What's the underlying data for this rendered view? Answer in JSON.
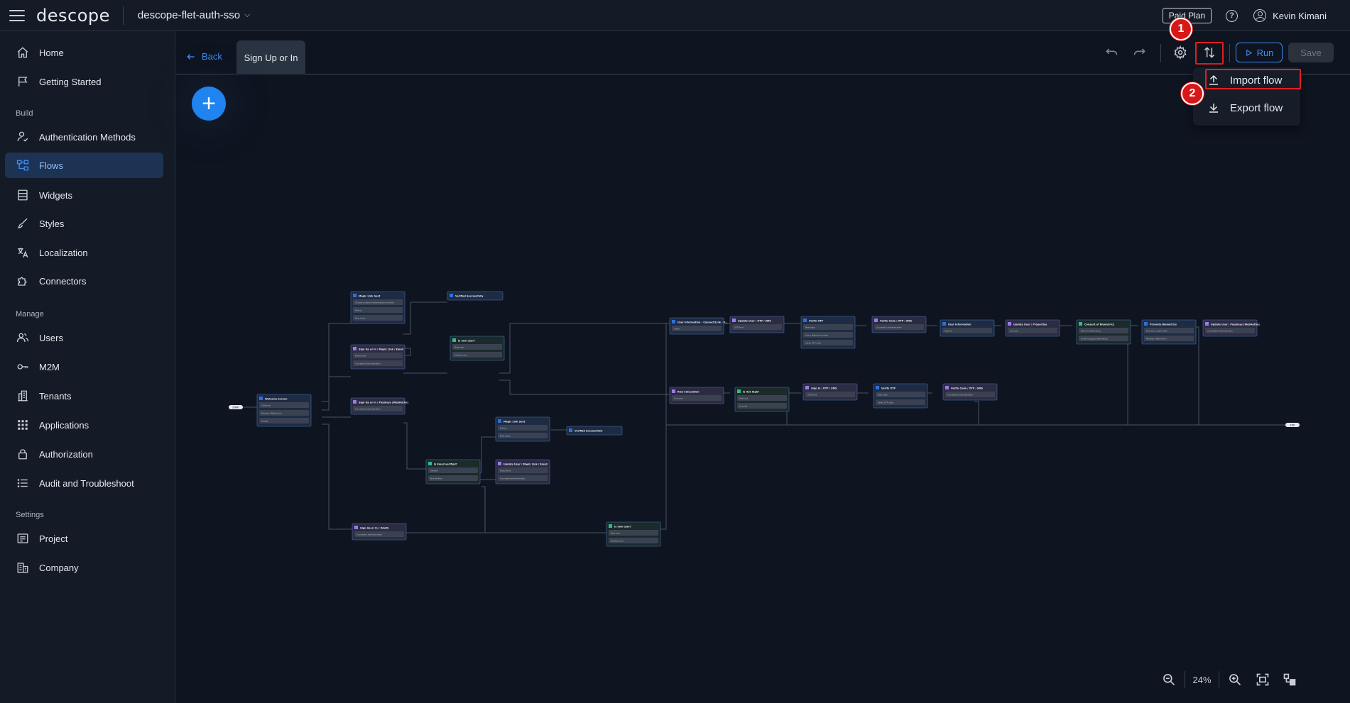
{
  "app": {
    "logo": "descope",
    "project": "descope-flet-auth-sso",
    "plan_badge": "Paid Plan",
    "user_name": "Kevin Kimani"
  },
  "sidebar": {
    "home": "Home",
    "getting_started": "Getting Started",
    "section_build": "Build",
    "auth_methods": "Authentication Methods",
    "flows": "Flows",
    "widgets": "Widgets",
    "styles": "Styles",
    "localization": "Localization",
    "connectors": "Connectors",
    "section_manage": "Manage",
    "users": "Users",
    "m2m": "M2M",
    "tenants": "Tenants",
    "applications": "Applications",
    "authorization": "Authorization",
    "audit": "Audit and Troubleshoot",
    "section_settings": "Settings",
    "project": "Project",
    "company": "Company"
  },
  "toolbar": {
    "back_label": "Back",
    "flow_tab": "Sign Up or In",
    "run_label": "Run",
    "save_label": "Save"
  },
  "dropdown": {
    "import_label": "Import flow",
    "export_label": "Export flow"
  },
  "markers": {
    "step1": "1",
    "step2": "2"
  },
  "zoom": {
    "value": "24%"
  },
  "canvas": {
    "start_label": "START",
    "end_label": "END",
    "nodes": [
      {
        "title": "Welcome Screen",
        "rows": [
          "Continue",
          "Passkey (WebAuthn)",
          "Google"
        ]
      },
      {
        "title": "Magic Link Sent",
        "rows": [
          "Choose another authentication method",
          "Polling",
          "New Login"
        ]
      },
      {
        "title": "Verified Successfully",
        "rows": []
      },
      {
        "title": "Sign Up or In / Magic Link / Email",
        "rows": [
          "Email Sent",
          "Successful authentication"
        ]
      },
      {
        "title": "Is new user?",
        "rows": [
          "New user",
          "Existing user"
        ]
      },
      {
        "title": "Sign Up or In / Passkeys (WebAuthn)",
        "rows": [
          "Successful authentication"
        ]
      },
      {
        "title": "Magic Link Sent",
        "rows": [
          "Polling",
          "New Login"
        ]
      },
      {
        "title": "Verified Successfully",
        "rows": []
      },
      {
        "title": "Is Email verified?",
        "rows": [
          "Verified",
          "Not Verified"
        ]
      },
      {
        "title": "Update User / Magic Link / Email",
        "rows": [
          "Email Sent",
          "Successful authentication"
        ]
      },
      {
        "title": "Sign Up or In / OAuth",
        "rows": [
          "Successful authentication"
        ]
      },
      {
        "title": "Is new user?",
        "rows": [
          "New user",
          "Existing user"
        ]
      },
      {
        "title": "User Information - Connect/Link - P...",
        "rows": [
          "Verify"
        ]
      },
      {
        "title": "Update User / OTP / SMS",
        "rows": [
          "OTP Sent"
        ]
      },
      {
        "title": "Verify OTP",
        "rows": [
          "New login",
          "Use a different number",
          "Verify OTP code"
        ]
      },
      {
        "title": "Verify Code / OTP / SMS",
        "rows": [
          "Successful authentication"
        ]
      },
      {
        "title": "User Information",
        "rows": [
          "Submit"
        ]
      },
      {
        "title": "Update User / Properties",
        "rows": [
          "Success"
        ]
      },
      {
        "title": "Consent of Biometrics",
        "rows": [
          "Opt-in to Biometrics",
          "Doesn't support Biometrics"
        ]
      },
      {
        "title": "Promote Biometrics",
        "rows": [
          "Not now, maybe later",
          "Passkey (WebAuthn)"
        ]
      },
      {
        "title": "Update User / Passkeys (WebAuthn)",
        "rows": [
          "Successful authentication"
        ]
      },
      {
        "title": "Risk Calculation",
        "rows": [
          "Outcome"
        ]
      },
      {
        "title": "Is risk high?",
        "rows": [
          "High risk",
          "Low risk"
        ]
      },
      {
        "title": "Sign In / OTP / SMS",
        "rows": [
          "OTP Sent"
        ]
      },
      {
        "title": "Verify OTP",
        "rows": [
          "New login",
          "Verify OTP code"
        ]
      },
      {
        "title": "Verify Code / OTP / SMS",
        "rows": [
          "Successful authentication"
        ]
      }
    ]
  }
}
